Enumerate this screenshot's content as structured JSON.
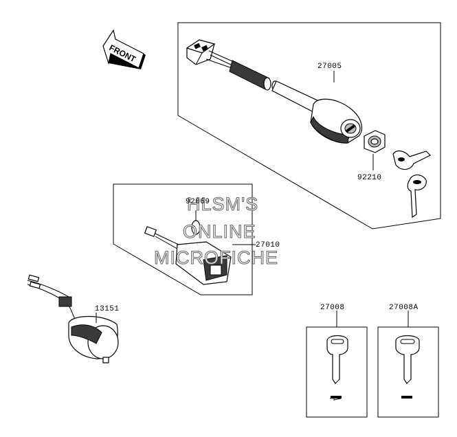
{
  "direction_indicator": {
    "label": "FRONT"
  },
  "parts": {
    "ignition_switch": "27005",
    "nut": "92210",
    "inner_part": "92069",
    "switch_assembly": "27010",
    "horn": "13151",
    "key_blank_left": "27008",
    "key_blank_right": "27008A"
  },
  "watermark": {
    "line1": "HLSM'S",
    "line2": "ONLINE",
    "line3": "MICROFICHE"
  },
  "colors": {
    "line": "#000000",
    "part_fill": "#ffffff",
    "shade": "#3a3a3a",
    "watermark_outline": "#6b6b6b"
  }
}
